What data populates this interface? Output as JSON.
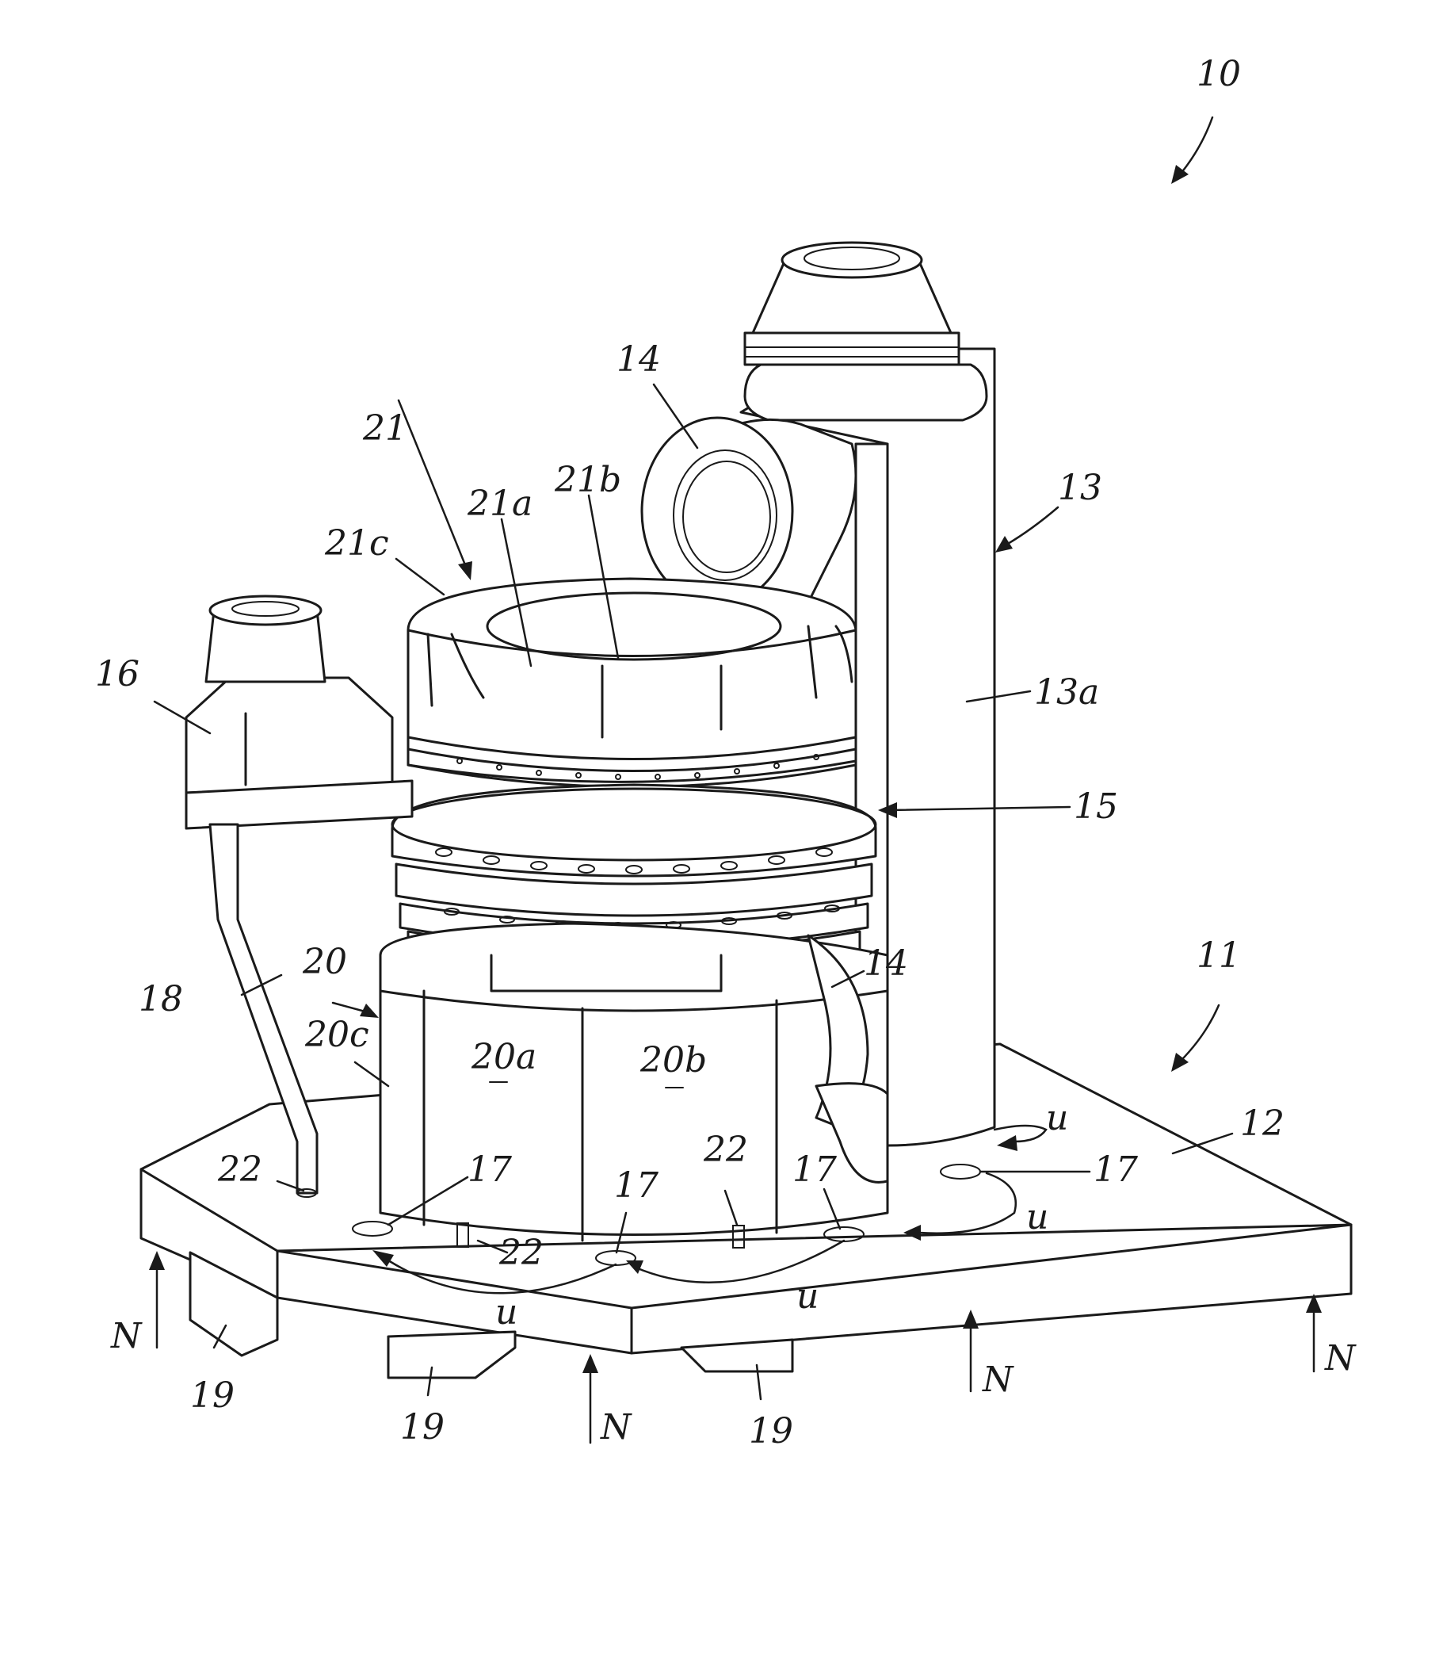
{
  "figure": {
    "labels": {
      "ref_10": "10",
      "ref_11": "11",
      "ref_12": "12",
      "ref_13": "13",
      "ref_13a": "13a",
      "ref_14_top": "14",
      "ref_14_side": "14",
      "ref_15": "15",
      "ref_16": "16",
      "ref_17_a": "17",
      "ref_17_b": "17",
      "ref_17_c": "17",
      "ref_17_d": "17",
      "ref_18": "18",
      "ref_19_a": "19",
      "ref_19_b": "19",
      "ref_19_c": "19",
      "ref_20": "20",
      "ref_20a": "20a",
      "ref_20b": "20b",
      "ref_20c": "20c",
      "ref_21": "21",
      "ref_21a": "21a",
      "ref_21b": "21b",
      "ref_21c": "21c",
      "ref_22_a": "22",
      "ref_22_b": "22",
      "ref_22_c": "22",
      "u_1": "u",
      "u_2": "u",
      "u_3": "u",
      "u_4": "u",
      "n_1": "N",
      "n_2": "N",
      "n_3": "N",
      "n_4": "N"
    }
  }
}
